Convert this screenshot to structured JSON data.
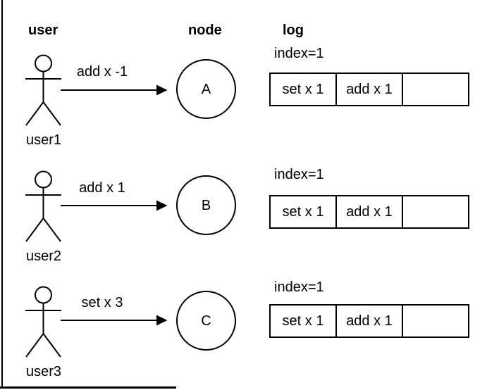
{
  "headers": {
    "user": "user",
    "node": "node",
    "log": "log"
  },
  "rows": [
    {
      "user_label": "user1",
      "action_label": "add x -1",
      "node_label": "A",
      "log": {
        "index_label": "index=1",
        "cells": [
          "set x 1",
          "add x 1",
          ""
        ]
      }
    },
    {
      "user_label": "user2",
      "action_label": "add x 1",
      "node_label": "B",
      "log": {
        "index_label": "index=1",
        "cells": [
          "set x 1",
          "add x 1",
          ""
        ]
      }
    },
    {
      "user_label": "user3",
      "action_label": "set x 3",
      "node_label": "C",
      "log": {
        "index_label": "index=1",
        "cells": [
          "set x 1",
          "add x 1",
          ""
        ]
      }
    }
  ],
  "colors": {
    "stroke": "#000000",
    "background": "#ffffff",
    "text": "#000000"
  }
}
